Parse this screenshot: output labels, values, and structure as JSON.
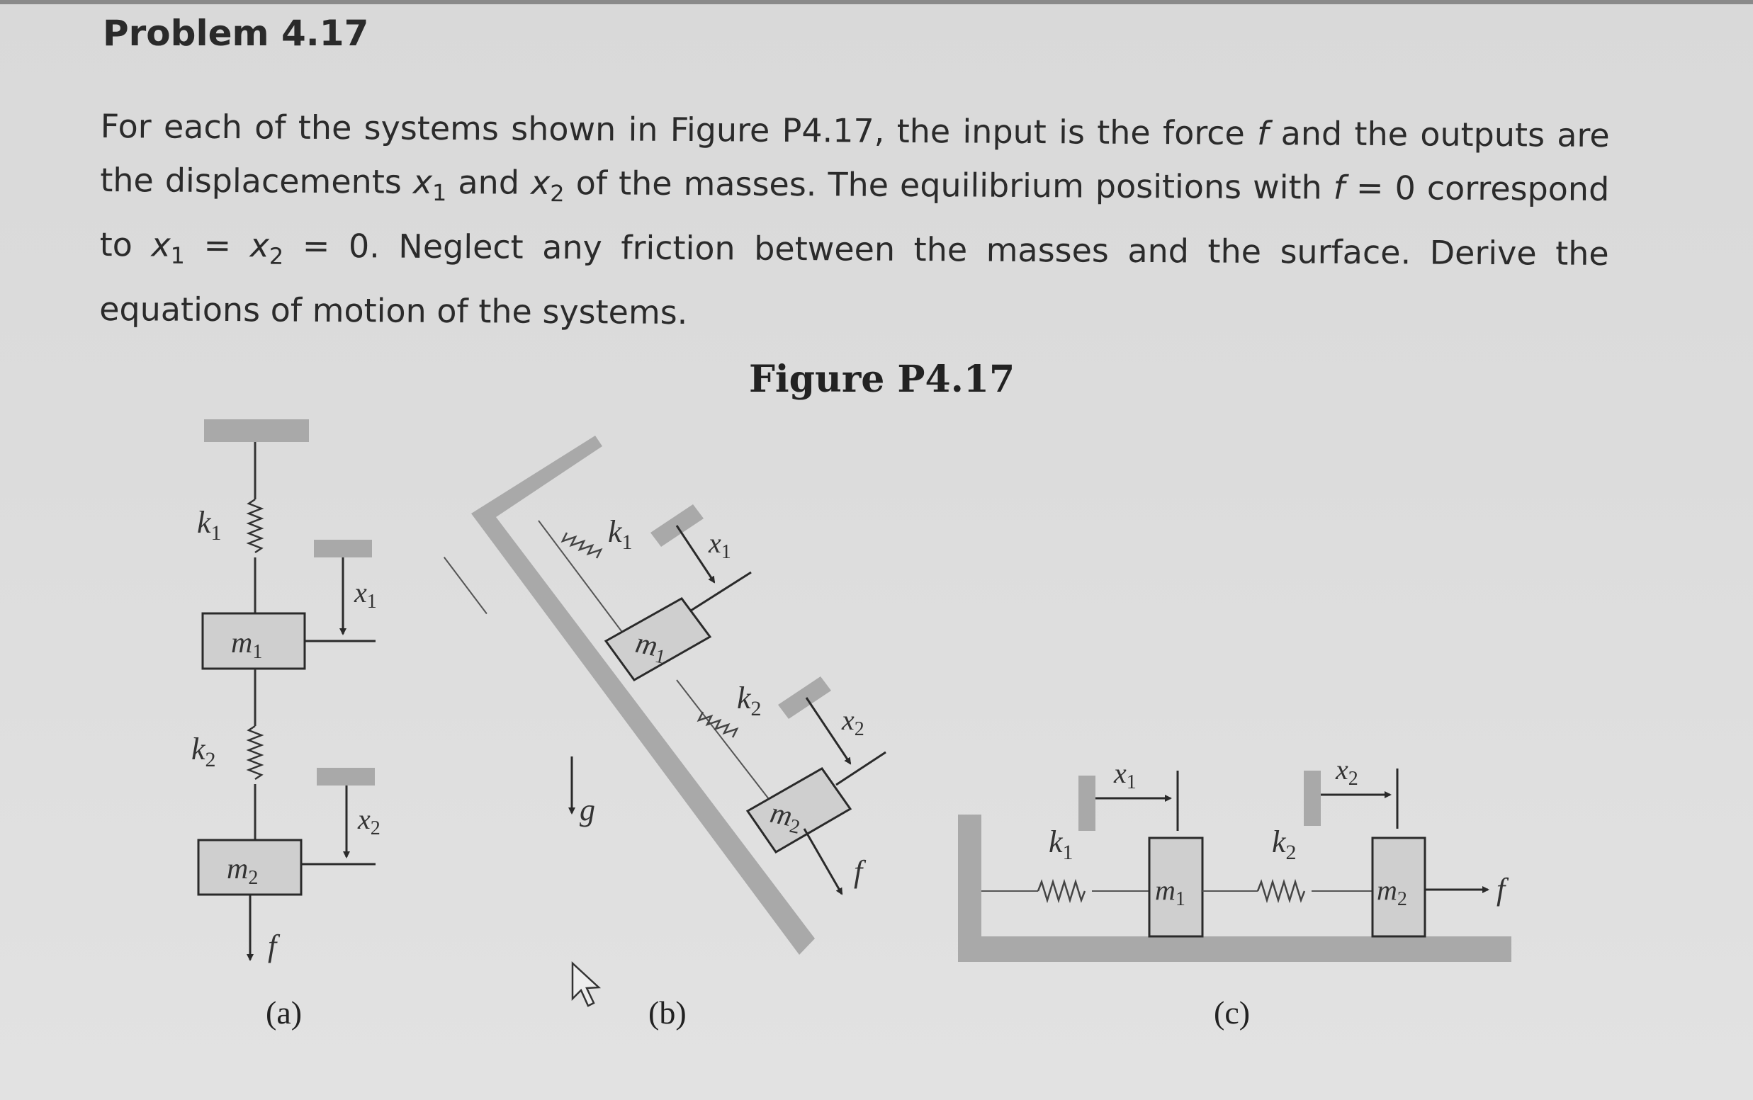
{
  "title": "Problem 4.17",
  "statement": {
    "p1": "For each of the systems shown in Figure P4.17, the input is the force ",
    "f1": "f",
    "p2": " and the outputs are the displacements ",
    "x1": "x",
    "x1sub": "1",
    "p3": " and ",
    "x2": "x",
    "x2sub": "2",
    "p4": " of the masses. The equilibrium positions with ",
    "f2": "f",
    "p5": " = 0 correspond to ",
    "x1b": "x",
    "x1bsub": "1",
    "p6": " = ",
    "x2b": "x",
    "x2bsub": "2",
    "p7": " = 0. Neglect any friction between the masses and the surface. Derive the equations of motion of the systems."
  },
  "figure_caption": "Figure P4.17",
  "panels": {
    "a": {
      "label": "(a)",
      "k1": "k",
      "k1_sub": "1",
      "k2": "k",
      "k2_sub": "2",
      "m1": "m",
      "m1_sub": "1",
      "m2": "m",
      "m2_sub": "2",
      "x1": "x",
      "x1_sub": "1",
      "x2": "x",
      "x2_sub": "2",
      "f": "f"
    },
    "b": {
      "label": "(b)",
      "k1": "k",
      "k1_sub": "1",
      "k2": "k",
      "k2_sub": "2",
      "m1": "m",
      "m1_sub": "1",
      "m2": "m",
      "m2_sub": "2",
      "x1": "x",
      "x1_sub": "1",
      "x2": "x",
      "x2_sub": "2",
      "f": "f",
      "g": "g"
    },
    "c": {
      "label": "(c)",
      "k1": "k",
      "k1_sub": "1",
      "k2": "k",
      "k2_sub": "2",
      "m1": "m",
      "m1_sub": "1",
      "m2": "m",
      "m2_sub": "2",
      "x1": "x",
      "x1_sub": "1",
      "x2": "x",
      "x2_sub": "2",
      "f": "f"
    }
  },
  "colors": {
    "wall": "#a9a9a9",
    "mass_fill": "#cfcfcf",
    "ink": "#2a2a2a"
  }
}
